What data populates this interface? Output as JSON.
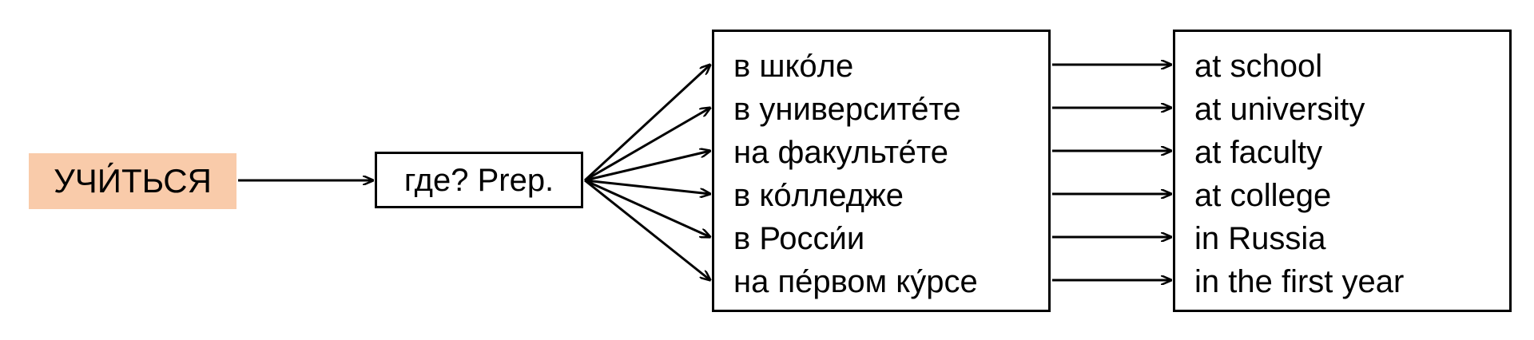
{
  "diagram": {
    "verb": {
      "label": "УЧИ́ТЬСЯ",
      "fill": "#f9cbaa"
    },
    "question": {
      "label": "где? Prep."
    },
    "russian_phrases": [
      "в шко́ле",
      "в университе́те",
      "на факульте́те",
      "в ко́лледже",
      "в Росси́и",
      "на пе́рвом ку́рсе"
    ],
    "english_phrases": [
      "at school",
      "at university",
      "at faculty",
      "at college",
      "in Russia",
      "in the first year"
    ],
    "line_color": "#000000"
  }
}
